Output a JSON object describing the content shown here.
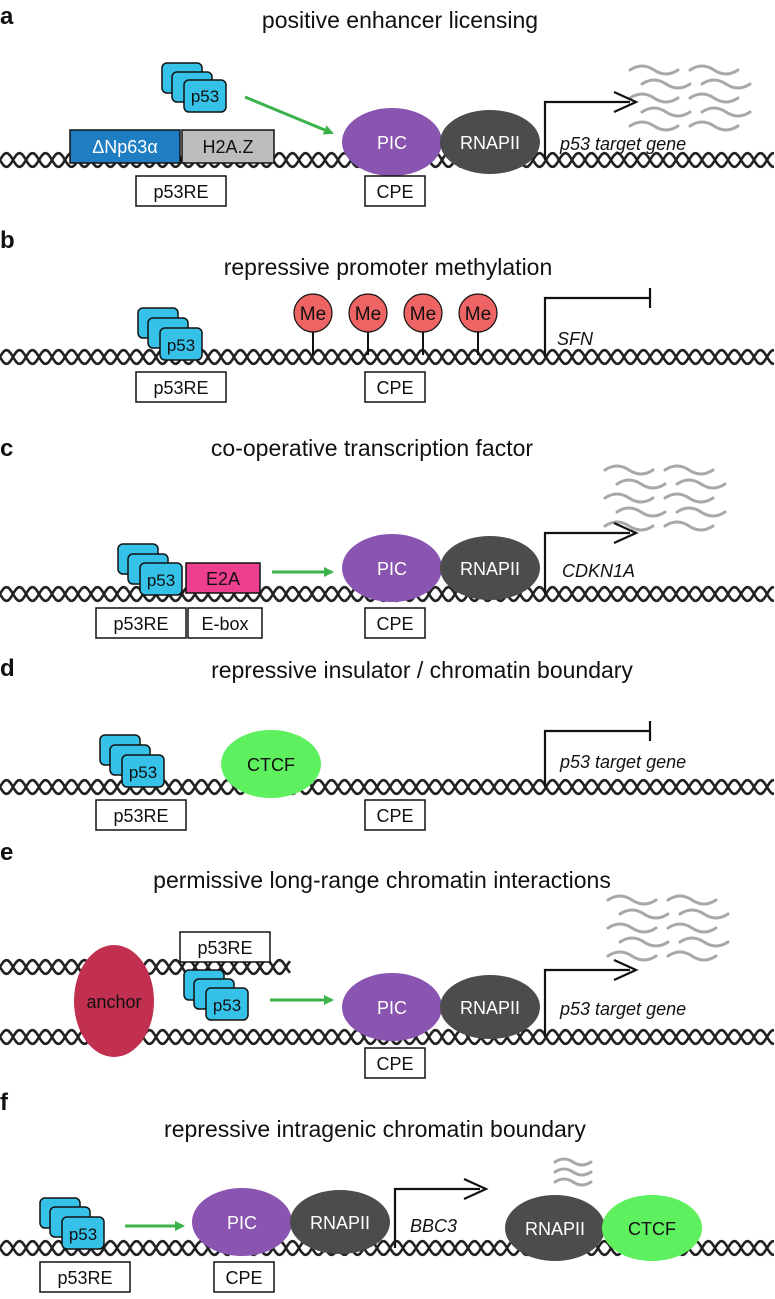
{
  "panels": [
    {
      "letter": "a",
      "title": "positive enhancer licensing",
      "labels": {
        "np63": "ΔNp63α",
        "h2az": "H2A.Z",
        "p53": "p53",
        "p53re": "p53RE",
        "pic": "PIC",
        "rnapii": "RNAPII",
        "cpe": "CPE",
        "gene": "p53 target gene"
      }
    },
    {
      "letter": "b",
      "title": "repressive promoter methylation",
      "labels": {
        "p53": "p53",
        "p53re": "p53RE",
        "me": "Me",
        "cpe": "CPE",
        "gene": "SFN"
      }
    },
    {
      "letter": "c",
      "title": "co-operative transcription factor",
      "labels": {
        "p53": "p53",
        "e2a": "E2A",
        "p53re": "p53RE",
        "ebox": "E-box",
        "pic": "PIC",
        "rnapii": "RNAPII",
        "cpe": "CPE",
        "gene": "CDKN1A"
      }
    },
    {
      "letter": "d",
      "title": "repressive insulator / chromatin boundary",
      "labels": {
        "p53": "p53",
        "p53re": "p53RE",
        "ctcf": "CTCF",
        "cpe": "CPE",
        "gene": "p53 target gene"
      }
    },
    {
      "letter": "e",
      "title": "permissive long-range chromatin interactions",
      "labels": {
        "anchor": "anchor",
        "p53re": "p53RE",
        "p53": "p53",
        "pic": "PIC",
        "rnapii": "RNAPII",
        "cpe": "CPE",
        "gene": "p53 target gene"
      }
    },
    {
      "letter": "f",
      "title": "repressive intragenic chromatin boundary",
      "labels": {
        "p53": "p53",
        "p53re": "p53RE",
        "pic": "PIC",
        "rnapii": "RNAPII",
        "cpe": "CPE",
        "gene": "BBC3",
        "rnapii2": "RNAPII",
        "ctcf": "CTCF"
      }
    }
  ],
  "colors": {
    "p53": "#36c2e8",
    "np63": "#1f7ec2",
    "h2az": "#bdbdbd",
    "pic": "#8a55b0",
    "rnapii": "#4c4c4c",
    "methyl": "#ee6464",
    "e2a": "#ee3f8f",
    "ctcf": "#5ef05e",
    "anchor": "#c23050",
    "arrow": "#3cb34a",
    "transcript": "#a8a8a8",
    "dna": "#222222"
  }
}
